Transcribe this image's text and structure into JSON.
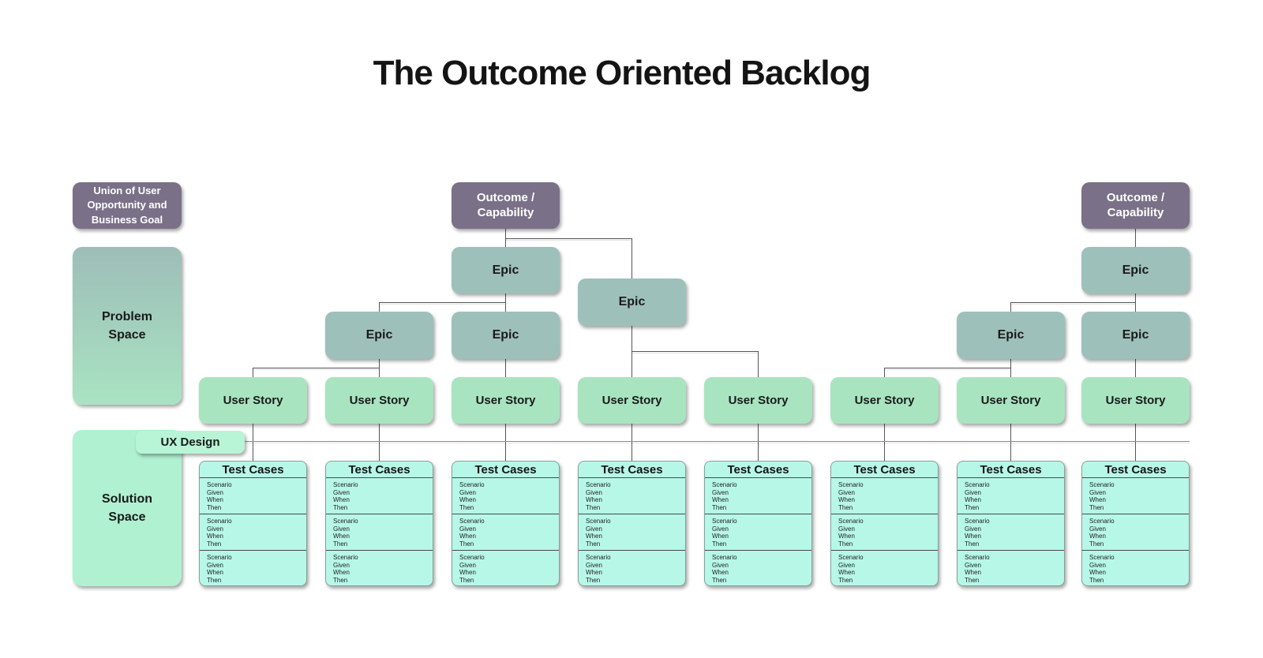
{
  "title": "The Outcome Oriented Backlog",
  "legend": {
    "union_label": "Union of User Opportunity and Business Goal",
    "problem_space_label": "Problem Space",
    "solution_space_label": "Solution Space",
    "ux_design_label": "UX Design"
  },
  "node_labels": {
    "outcome_capability": "Outcome / Capability",
    "epic": "Epic",
    "user_story": "User Story",
    "test_cases": "Test Cases"
  },
  "test_case_section_lines": [
    "Scenario",
    "Given",
    "When",
    "Then"
  ],
  "colors": {
    "outcome_capability_fill": "#7a7188",
    "epic_fill": "#9ec0ba",
    "user_story_fill": "#a8e4c0",
    "test_cases_fill": "#b7f7e8",
    "solution_space_fill": "#b0f1d1",
    "ux_design_fill": "#b8f4d6",
    "problem_space_gradient_top": "#9dbdb8",
    "problem_space_gradient_bottom": "#a9e3c2",
    "connector_line": "#565656",
    "box_label_text": "#1a1a1a",
    "inverse_box_text": "#ffffff"
  }
}
